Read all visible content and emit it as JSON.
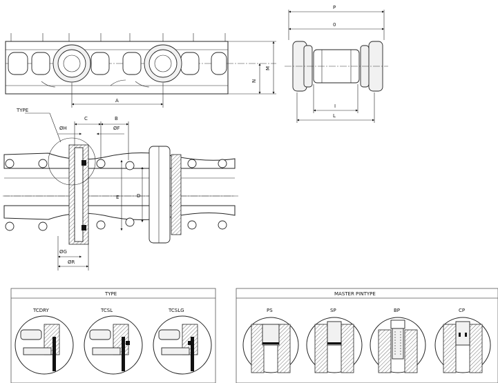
{
  "dimensions": {
    "top": {
      "A": "A",
      "P": "P",
      "O": "0",
      "N": "N",
      "M": "M",
      "I": "I",
      "L": "L"
    },
    "section": {
      "C": "C",
      "B": "B",
      "H": "ØH",
      "F": "ØF",
      "E": "E",
      "D": "D",
      "G": "ØG",
      "R": "ØR"
    }
  },
  "type_callout": "TYPE",
  "type_panel": {
    "title": "TYPE",
    "items": [
      "TCDRY",
      "TCSL",
      "TCSLG"
    ]
  },
  "master_panel": {
    "title": "MASTER PINTYPE",
    "items": [
      "PS",
      "SP",
      "BP",
      "CP"
    ]
  }
}
